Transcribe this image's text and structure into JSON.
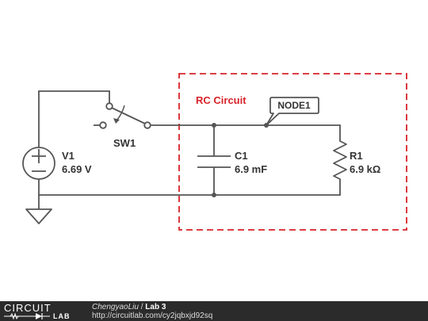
{
  "colors": {
    "wire": "#555555",
    "accent_red": "#d8232a",
    "footer_bg": "#2b2b2b"
  },
  "components": {
    "source": {
      "name": "V1",
      "value": "6.69 V"
    },
    "switch": {
      "name": "SW1"
    },
    "capacitor": {
      "name": "C1",
      "value": "6.9 mF"
    },
    "resistor": {
      "name": "R1",
      "value": "6.9 kΩ"
    }
  },
  "subcircuit": {
    "title": "RC Circuit"
  },
  "node": {
    "label": "NODE1"
  },
  "footer": {
    "logo_top": "CIRCUIT",
    "logo_bottom": "LAB",
    "author": "ChengyaoLiu",
    "separator": " / ",
    "title": "Lab 3",
    "url": "http://circuitlab.com/cy2jqbxjd92sq"
  }
}
